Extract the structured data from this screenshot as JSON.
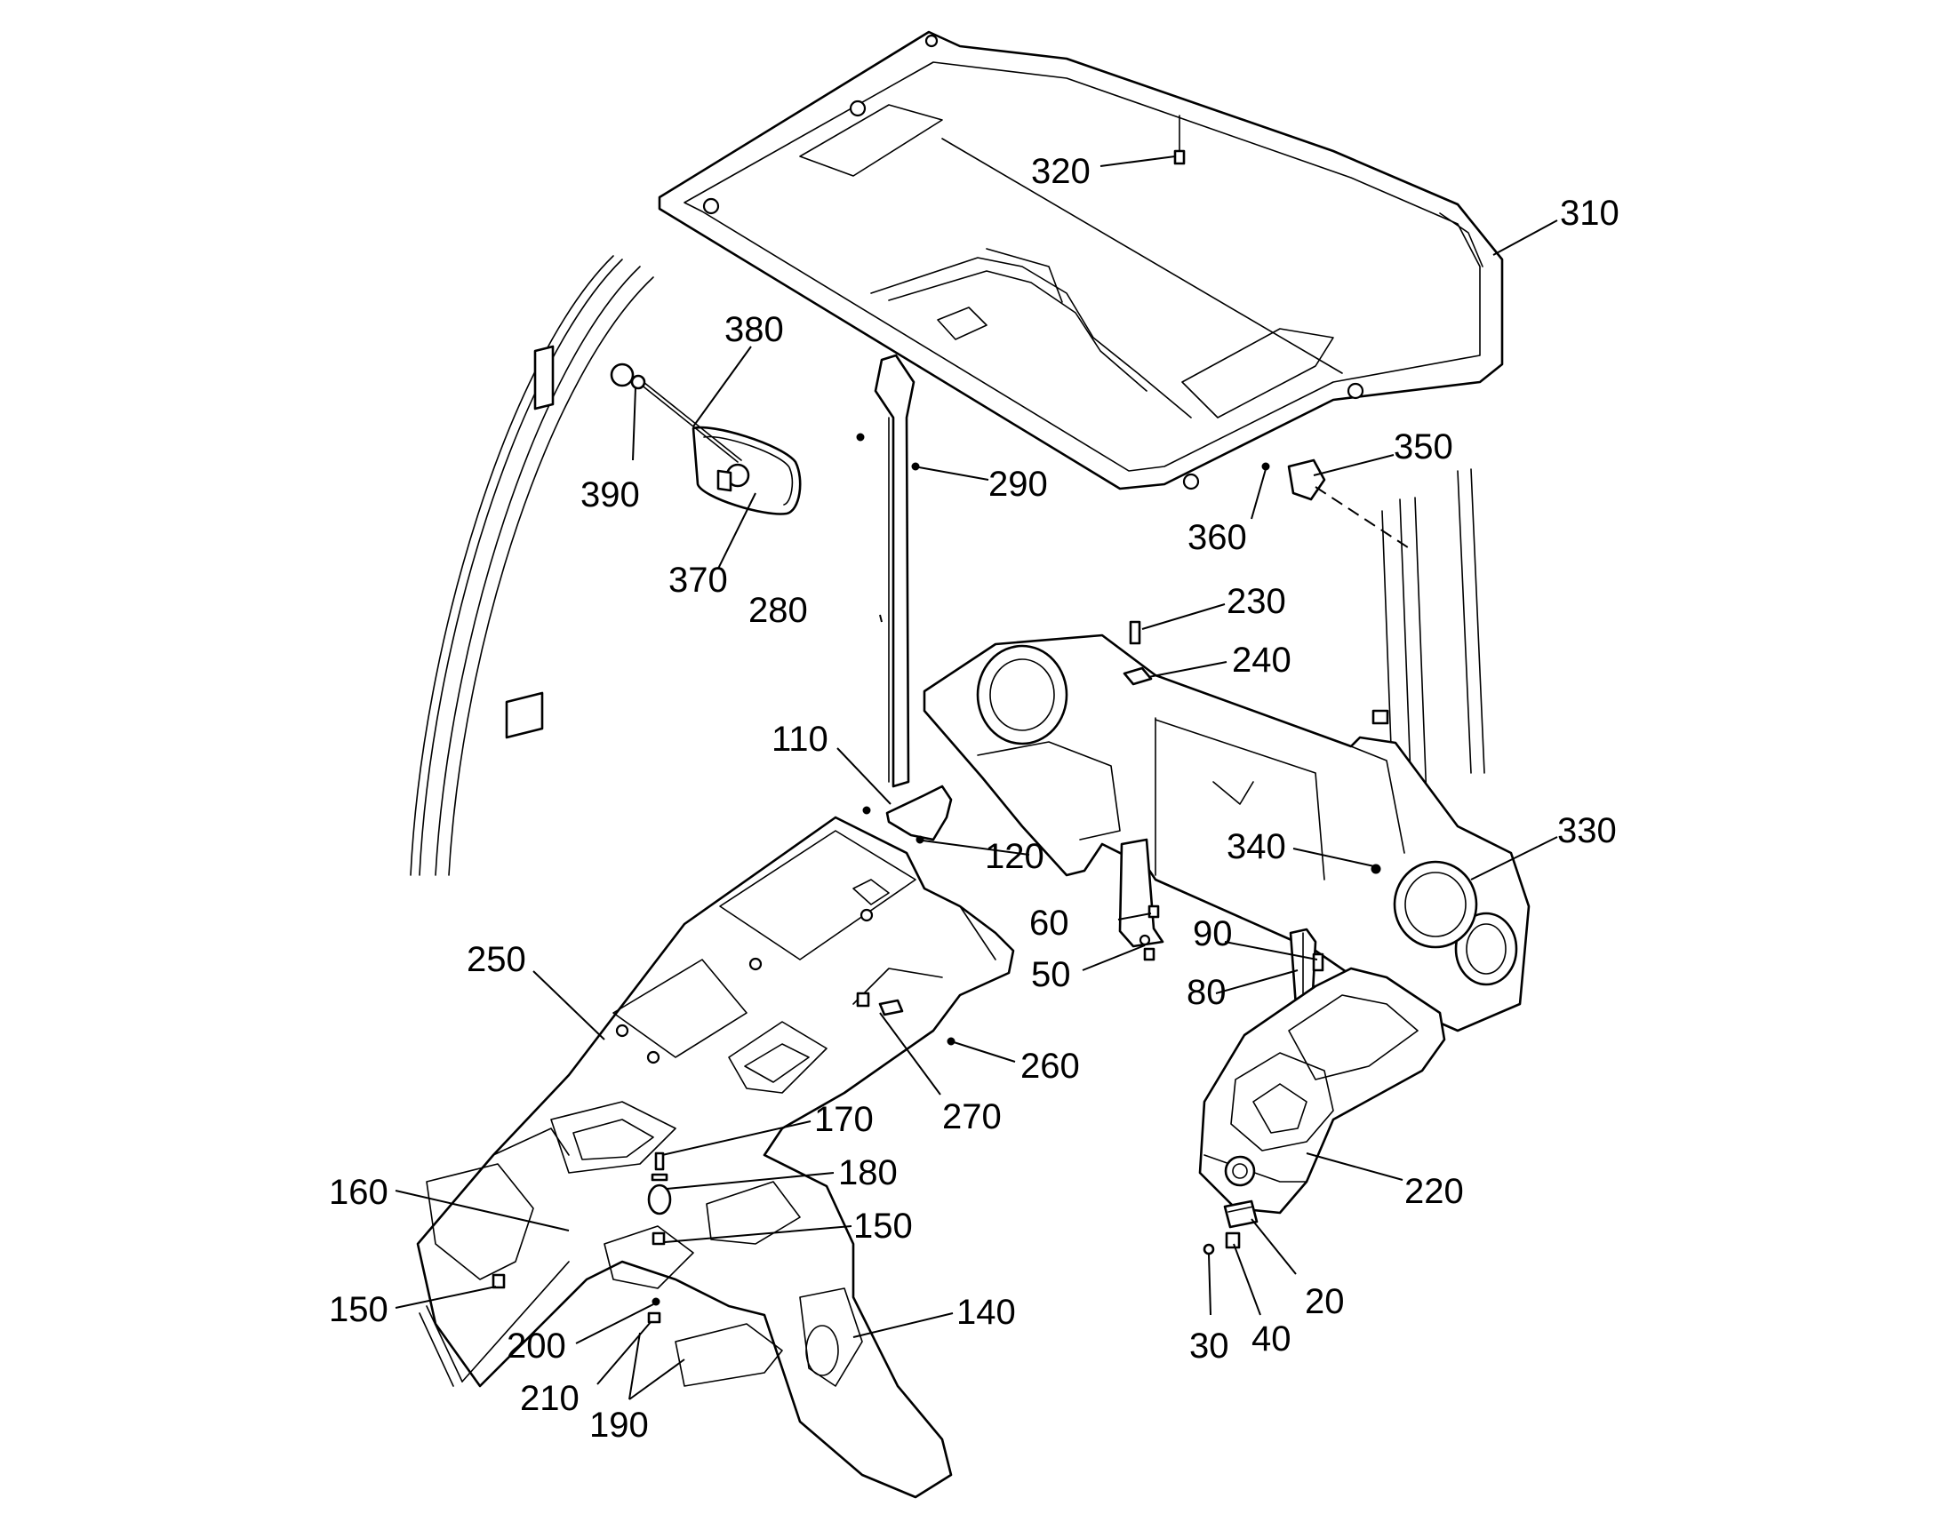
{
  "labels": {
    "p20": "20",
    "p30": "30",
    "p40": "40",
    "p50": "50",
    "p60": "60",
    "p80": "80",
    "p90": "90",
    "p110": "110",
    "p120": "120",
    "p140": "140",
    "p150a": "150",
    "p150b": "150",
    "p160": "160",
    "p170": "170",
    "p180": "180",
    "p190": "190",
    "p200": "200",
    "p210": "210",
    "p220": "220",
    "p230": "230",
    "p240": "240",
    "p250": "250",
    "p260": "260",
    "p270": "270",
    "p280": "280",
    "p290": "290",
    "p310": "310",
    "p320": "320",
    "p330": "330",
    "p340": "340",
    "p350": "350",
    "p360": "360",
    "p370": "370",
    "p380": "380",
    "p390": "390"
  }
}
